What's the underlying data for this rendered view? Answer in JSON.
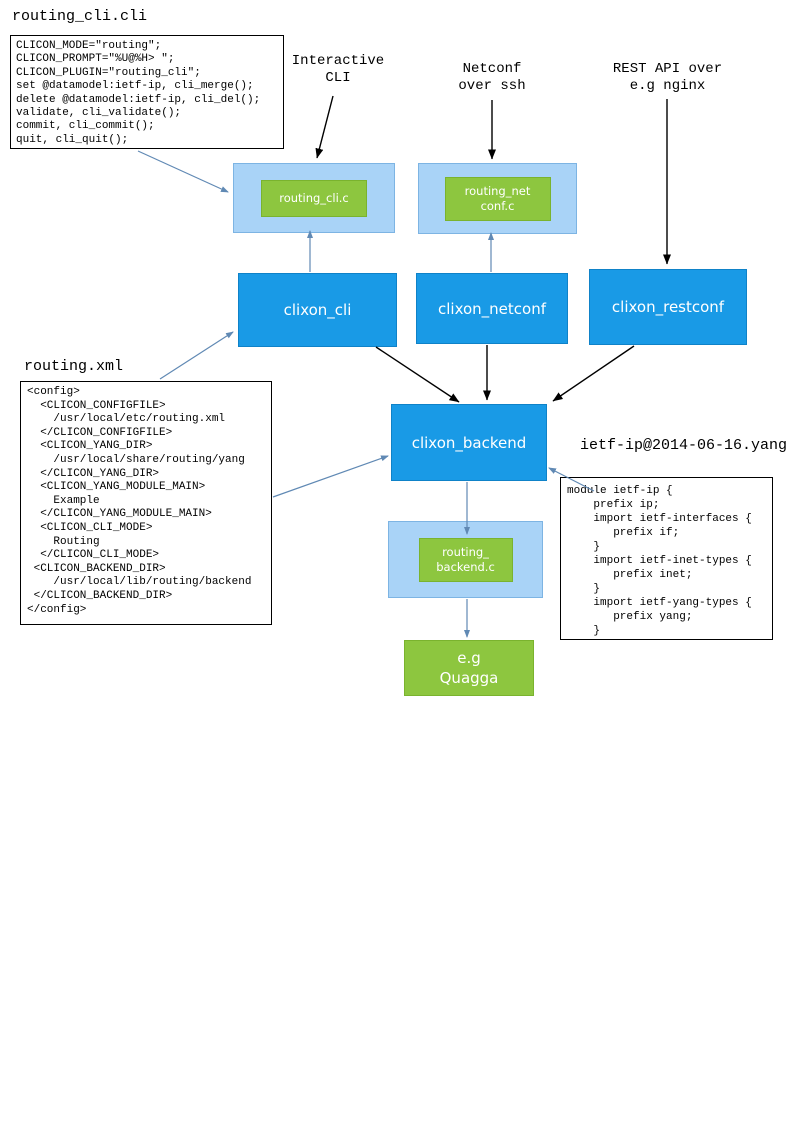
{
  "files": {
    "cli": {
      "title": "routing_cli.cli",
      "code": "CLICON_MODE=\"routing\";\nCLICON_PROMPT=\"%U@%H> \";\nCLICON_PLUGIN=\"routing_cli\";\nset @datamodel:ietf-ip, cli_merge();\ndelete @datamodel:ietf-ip, cli_del();\nvalidate, cli_validate();\ncommit, cli_commit();\nquit, cli_quit();"
    },
    "xml": {
      "title": "routing.xml",
      "code": "<config>\n  <CLICON_CONFIGFILE>\n    /usr/local/etc/routing.xml\n  </CLICON_CONFIGFILE>\n  <CLICON_YANG_DIR>\n    /usr/local/share/routing/yang\n  </CLICON_YANG_DIR>\n  <CLICON_YANG_MODULE_MAIN>\n    Example\n  </CLICON_YANG_MODULE_MAIN>\n  <CLICON_CLI_MODE>\n    Routing\n  </CLICON_CLI_MODE>\n <CLICON_BACKEND_DIR>\n    /usr/local/lib/routing/backend\n </CLICON_BACKEND_DIR>\n</config>"
    },
    "yang": {
      "title": "ietf-ip@2014-06-16.yang",
      "code": "module ietf-ip {\n    prefix ip;\n    import ietf-interfaces {\n       prefix if;\n    }\n    import ietf-inet-types {\n       prefix inet;\n    }\n    import ietf-yang-types {\n       prefix yang;\n    }"
    }
  },
  "annotations": {
    "interactive_cli": "Interactive\nCLI",
    "netconf_ssh": "Netconf\nover ssh",
    "rest_api": "REST API over\ne.g nginx"
  },
  "nodes": {
    "routing_cli_c": "routing_cli.c",
    "routing_netconf_c": "routing_net\nconf.c",
    "clixon_cli": "clixon_cli",
    "clixon_netconf": "clixon_netconf",
    "clixon_restconf": "clixon_restconf",
    "clixon_backend": "clixon_backend",
    "routing_backend_c": "routing_\nbackend.c",
    "quagga": "e.g\nQuagga"
  },
  "colors": {
    "node_blue": "#199ae6",
    "node_light_blue": "#a9d3f7",
    "node_green": "#8dc63f",
    "arrow_black": "#000000",
    "arrow_blue": "#6089b4"
  }
}
